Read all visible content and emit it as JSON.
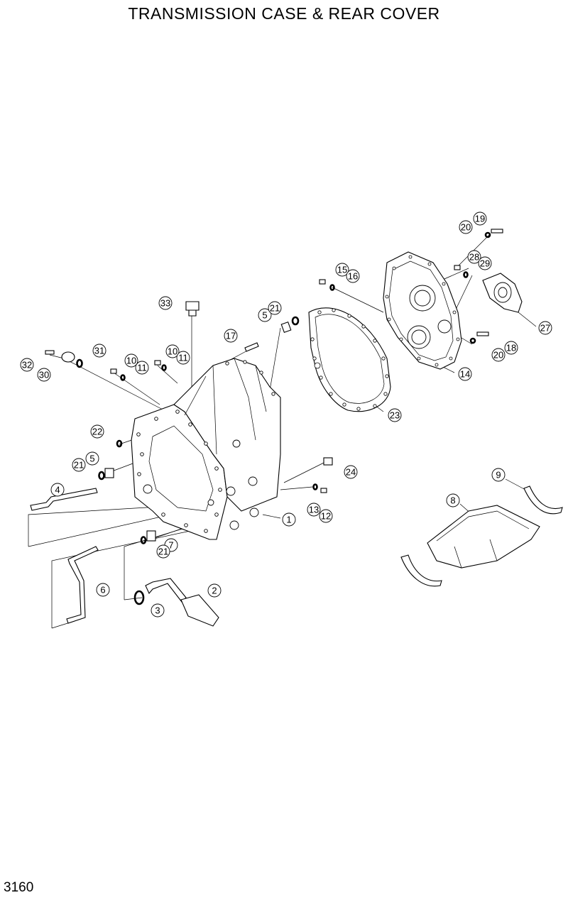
{
  "title": "TRANSMISSION CASE & REAR COVER",
  "page_number": "3160",
  "callouts": {
    "c1": "1",
    "c2": "2",
    "c3": "3",
    "c4": "4",
    "c5a": "5",
    "c5b": "5",
    "c6": "6",
    "c7": "7",
    "c8": "8",
    "c9": "9",
    "c10a": "10",
    "c10b": "10",
    "c11a": "11",
    "c11b": "11",
    "c12": "12",
    "c13": "13",
    "c14": "14",
    "c15": "15",
    "c16": "16",
    "c17": "17",
    "c18": "18",
    "c19": "19",
    "c20a": "20",
    "c20b": "20",
    "c21a": "21",
    "c21b": "21",
    "c21c": "21",
    "c22": "22",
    "c23": "23",
    "c24": "24",
    "c27": "27",
    "c28": "28",
    "c29": "29",
    "c30": "30",
    "c31": "31",
    "c32": "32",
    "c33": "33"
  }
}
